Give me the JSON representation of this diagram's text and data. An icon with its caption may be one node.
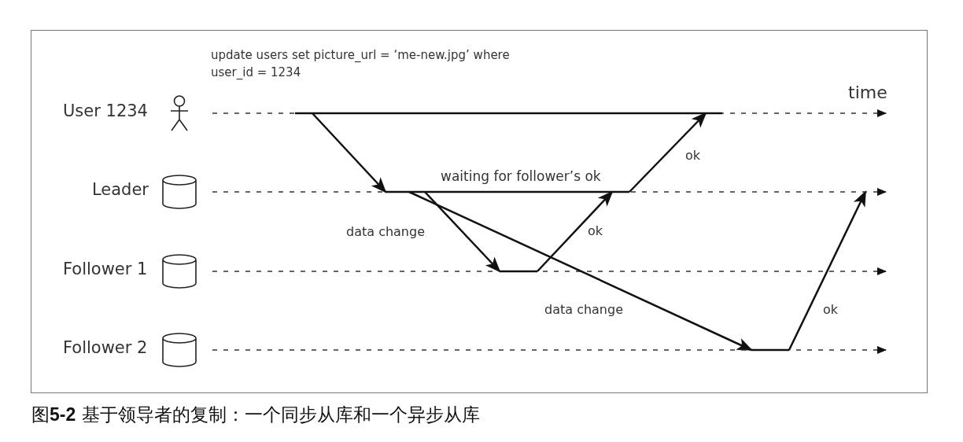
{
  "diagram": {
    "caption": "图**5-2** 基于领导者的复制：一个同步从库和一个异步从库",
    "nodes": [
      {
        "text": [
          "User 1234"
        ]
      },
      {
        "text": [
          "Leader"
        ]
      },
      {
        "text": [
          "Follower 1"
        ]
      },
      {
        "text": [
          "Follower 2"
        ]
      }
    ],
    "edges": [
      {
        "from": 0,
        "to": 1,
        "arrow": "to"
      },
      {
        "from": 1,
        "to": 2,
        "arrow": "to",
        "label": "data change"
      },
      {
        "from": 2,
        "to": 1,
        "arrow": "to",
        "label": "ok"
      },
      {
        "from": 1,
        "to": 0,
        "arrow": "to",
        "label": "ok"
      },
      {
        "from": 1,
        "to": 3,
        "arrow": "to",
        "label": "data change"
      },
      {
        "from": 3,
        "to": 1,
        "arrow": "to",
        "label": "ok"
      }
    ],
    "labels": [
      "update users set picture_url = ‘me-new.jpg’ where user_id = 1234",
      "time",
      "waiting for follower’s ok"
    ]
  }
}
